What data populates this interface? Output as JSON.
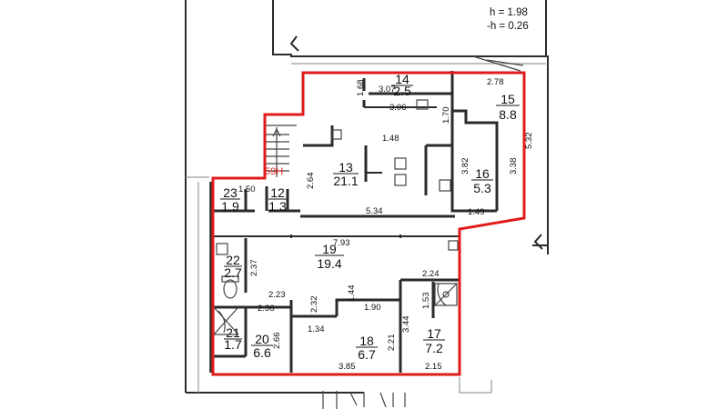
{
  "elevation": {
    "h": "h = 1.98",
    "neg_h": "-h = 0.26"
  },
  "stair_label": "59Н",
  "rooms": [
    {
      "id": "13",
      "area": "21.1"
    },
    {
      "id": "14",
      "area": "2.5"
    },
    {
      "id": "15",
      "area": "8.8"
    },
    {
      "id": "16",
      "area": "5.3"
    },
    {
      "id": "12",
      "area": "1.3"
    },
    {
      "id": "23",
      "area": "1.9"
    },
    {
      "id": "19",
      "area": "19.4"
    },
    {
      "id": "22",
      "area": "2.7"
    },
    {
      "id": "21",
      "area": "1.7"
    },
    {
      "id": "20",
      "area": "6.6"
    },
    {
      "id": "18",
      "area": "6.7"
    },
    {
      "id": "17",
      "area": "7.2"
    }
  ],
  "dimensions": [
    "1.68",
    "3.07",
    "3.06",
    "2.78",
    "1.70",
    "1.48",
    "3.82",
    "3.38",
    "5.32",
    "2.64",
    "1.50",
    "5.34",
    "1.49",
    "7.93",
    "2.37",
    "2.24",
    "1.44",
    "1.53",
    "2.23",
    "2.32",
    "2.36",
    "1.90",
    "1.34",
    "3.44",
    "2.66",
    "2.21",
    "3.85",
    "2.15"
  ],
  "colors": {
    "highlight": "#e01b1b",
    "wall": "#2b2b2b"
  }
}
